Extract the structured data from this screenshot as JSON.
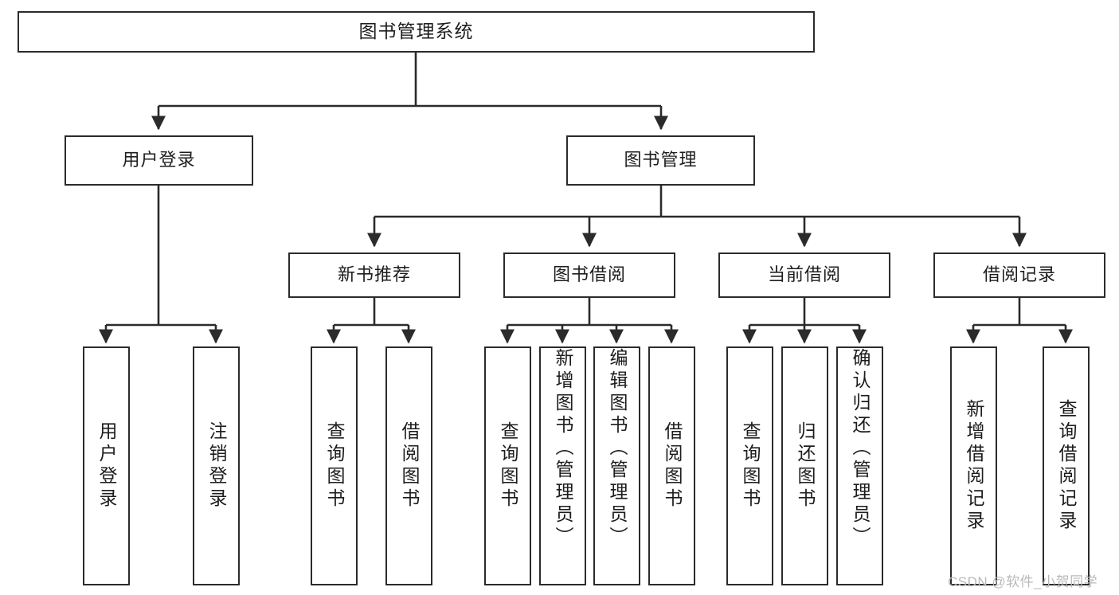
{
  "diagram": {
    "title": "图书管理系统",
    "type": "tree-hierarchy-chart",
    "levels": 4,
    "root": {
      "label": "图书管理系统"
    },
    "level2": [
      {
        "label": "用户登录"
      },
      {
        "label": "图书管理"
      }
    ],
    "level3": [
      {
        "label": "新书推荐"
      },
      {
        "label": "图书借阅"
      },
      {
        "label": "当前借阅"
      },
      {
        "label": "借阅记录"
      }
    ],
    "leaves": {
      "user_login": [
        {
          "label": "用户登录"
        },
        {
          "label": "注销登录"
        }
      ],
      "new_book_recommend": [
        {
          "label": "查询图书"
        },
        {
          "label": "借阅图书"
        }
      ],
      "book_borrow": [
        {
          "label": "查询图书"
        },
        {
          "label": "新增图书（管理员）"
        },
        {
          "label": "编辑图书（管理员）"
        },
        {
          "label": "借阅图书"
        }
      ],
      "current_borrow": [
        {
          "label": "查询图书"
        },
        {
          "label": "归还图书"
        },
        {
          "label": "确认归还（管理员）"
        }
      ],
      "borrow_record": [
        {
          "label": "新增借阅记录"
        },
        {
          "label": "查询借阅记录"
        }
      ]
    }
  },
  "watermark": {
    "text": "CSDN @软件_小贺同学"
  },
  "colors": {
    "box_border": "#2b2b2b",
    "box_fill": "#ffffff",
    "edge": "#2b2b2b",
    "text": "#1d1d1d",
    "watermark": "#b9b9b9",
    "background": "#ffffff"
  }
}
